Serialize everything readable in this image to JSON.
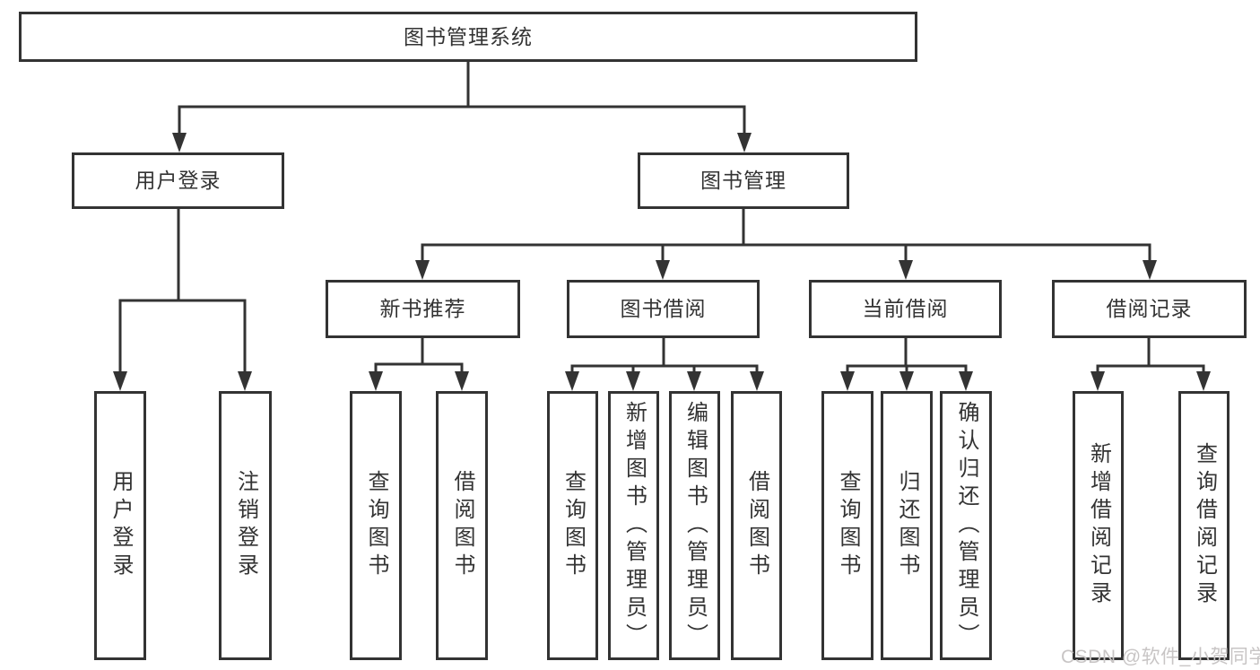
{
  "diagram": {
    "root": {
      "label": "图书管理系统",
      "children": [
        {
          "label": "用户登录",
          "children": [
            {
              "label": "用户登录"
            },
            {
              "label": "注销登录"
            }
          ]
        },
        {
          "label": "图书管理",
          "children": [
            {
              "label": "新书推荐",
              "children": [
                {
                  "label": "查询图书"
                },
                {
                  "label": "借阅图书"
                }
              ]
            },
            {
              "label": "图书借阅",
              "children": [
                {
                  "label": "查询图书"
                },
                {
                  "label": "新增图书（管理员）"
                },
                {
                  "label": "编辑图书（管理员）"
                },
                {
                  "label": "借阅图书"
                }
              ]
            },
            {
              "label": "当前借阅",
              "children": [
                {
                  "label": "查询图书"
                },
                {
                  "label": "归还图书"
                },
                {
                  "label": "确认归还（管理员）"
                }
              ]
            },
            {
              "label": "借阅记录",
              "children": [
                {
                  "label": "新增借阅记录"
                },
                {
                  "label": "查询借阅记录"
                }
              ]
            }
          ]
        }
      ]
    }
  },
  "watermark": {
    "text": "CSDN @软件_小贺同学"
  },
  "colors": {
    "line": "#333333",
    "text": "#333333",
    "watermark": "#c8c5c5",
    "background": "#ffffff"
  }
}
